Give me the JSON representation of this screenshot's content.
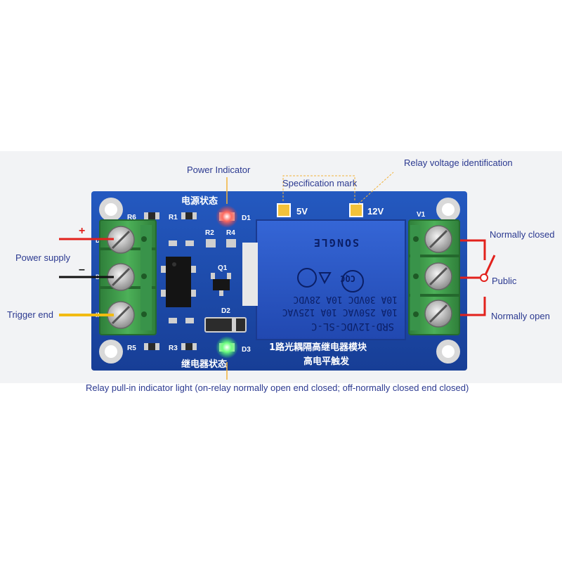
{
  "callouts": {
    "power_indicator": "Power Indicator",
    "spec_mark": "Specification mark",
    "relay_voltage": "Relay voltage identification",
    "power_supply": "Power supply",
    "trigger_end": "Trigger end",
    "normally_closed": "Normally closed",
    "public": "Public",
    "normally_open": "Normally open",
    "pull_in_light": "Relay pull-in indicator light (on-relay normally open end closed; off-normally closed end closed)"
  },
  "wire_signs": {
    "plus": "+",
    "minus": "–"
  },
  "board": {
    "cn_power_status": "电源状态",
    "cn_relay_status": "继电器状态",
    "cn_title_line1": "1路光耦隔高继电器模块",
    "cn_title_line2": "高电平触发",
    "labels": {
      "r6": "R6",
      "r1": "R1",
      "d1": "D1",
      "r2": "R2",
      "r4": "R4",
      "q1": "Q1",
      "d2": "D2",
      "r5": "R5",
      "r3": "R3",
      "d3": "D3",
      "v1": "V1",
      "v5": "5V",
      "v12": "12V",
      "dc_plus": "DC+",
      "dc_minus": "DC-",
      "in": "IN"
    }
  },
  "relay": {
    "model": "SRD-12VDC-SL-C",
    "line1": "10A 250VAC  10A 125VAC",
    "line2": "10A 30VDC   10A 28VDC",
    "brand": "SONGLE",
    "cqc": "CQC"
  },
  "colors": {
    "pcb": "#1f4fb0",
    "terminal": "#3c9a48",
    "relay": "#2a57c8",
    "callout_text": "#2b3990",
    "wire_red": "#e2211c",
    "wire_yellow": "#f2bb12",
    "led_red": "#ff3b2f",
    "led_green": "#3cff5a"
  }
}
